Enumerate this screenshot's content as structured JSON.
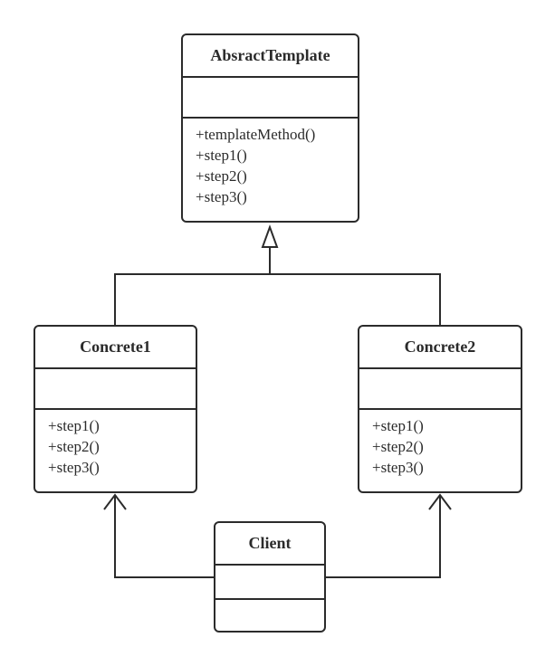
{
  "diagram": {
    "classes": {
      "abstract": {
        "name": "AbsractTemplate",
        "methods": [
          "+templateMethod()",
          "+step1()",
          "+step2()",
          "+step3()"
        ]
      },
      "concrete1": {
        "name": "Concrete1",
        "methods": [
          "+step1()",
          "+step2()",
          "+step3()"
        ]
      },
      "concrete2": {
        "name": "Concrete2",
        "methods": [
          "+step1()",
          "+step2()",
          "+step3()"
        ]
      },
      "client": {
        "name": "Client"
      }
    },
    "relations": [
      {
        "from": "Concrete1",
        "to": "AbsractTemplate",
        "type": "inheritance"
      },
      {
        "from": "Concrete2",
        "to": "AbsractTemplate",
        "type": "inheritance"
      },
      {
        "from": "Client",
        "to": "Concrete1",
        "type": "association"
      },
      {
        "from": "Client",
        "to": "Concrete2",
        "type": "association"
      }
    ],
    "colors": {
      "stroke": "#2b2b2b",
      "background": "#ffffff"
    }
  }
}
